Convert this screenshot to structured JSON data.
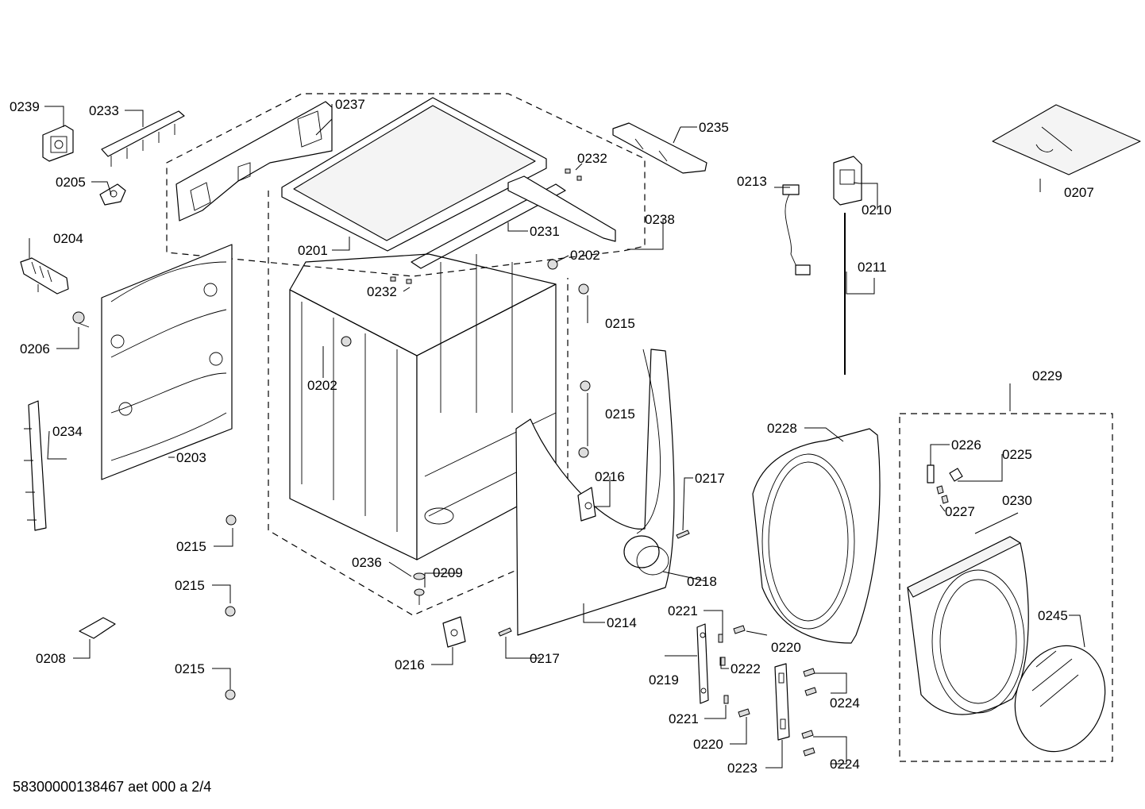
{
  "callouts": [
    {
      "id": "c0239",
      "text": "0239"
    },
    {
      "id": "c0233",
      "text": "0233"
    },
    {
      "id": "c0237",
      "text": "0237"
    },
    {
      "id": "c0235",
      "text": "0235"
    },
    {
      "id": "c0207",
      "text": "0207"
    },
    {
      "id": "c0205",
      "text": "0205"
    },
    {
      "id": "c0232a",
      "text": "0232"
    },
    {
      "id": "c0213",
      "text": "0213"
    },
    {
      "id": "c0210",
      "text": "0210"
    },
    {
      "id": "c0204",
      "text": "0204"
    },
    {
      "id": "c0238",
      "text": "0238"
    },
    {
      "id": "c0231",
      "text": "0231"
    },
    {
      "id": "c0201",
      "text": "0201"
    },
    {
      "id": "c0202a",
      "text": "0202"
    },
    {
      "id": "c0211",
      "text": "0211"
    },
    {
      "id": "c0232b",
      "text": "0232"
    },
    {
      "id": "c0215a",
      "text": "0215"
    },
    {
      "id": "c0206",
      "text": "0206"
    },
    {
      "id": "c0202b",
      "text": "0202"
    },
    {
      "id": "c0229",
      "text": "0229"
    },
    {
      "id": "c0215b",
      "text": "0215"
    },
    {
      "id": "c0234",
      "text": "0234"
    },
    {
      "id": "c0228",
      "text": "0228"
    },
    {
      "id": "c0226",
      "text": "0226"
    },
    {
      "id": "c0203",
      "text": "0203"
    },
    {
      "id": "c0225",
      "text": "0225"
    },
    {
      "id": "c0216a",
      "text": "0216"
    },
    {
      "id": "c0217a",
      "text": "0217"
    },
    {
      "id": "c0227",
      "text": "0227"
    },
    {
      "id": "c0230",
      "text": "0230"
    },
    {
      "id": "c0215c",
      "text": "0215"
    },
    {
      "id": "c0236",
      "text": "0236"
    },
    {
      "id": "c0209",
      "text": "0209"
    },
    {
      "id": "c0218",
      "text": "0218"
    },
    {
      "id": "c0215d",
      "text": "0215"
    },
    {
      "id": "c0221a",
      "text": "0221"
    },
    {
      "id": "c0214",
      "text": "0214"
    },
    {
      "id": "c0245",
      "text": "0245"
    },
    {
      "id": "c0220a",
      "text": "0220"
    },
    {
      "id": "c0208",
      "text": "0208"
    },
    {
      "id": "c0217b",
      "text": "0217"
    },
    {
      "id": "c0216b",
      "text": "0216"
    },
    {
      "id": "c0222",
      "text": "0222"
    },
    {
      "id": "c0215e",
      "text": "0215"
    },
    {
      "id": "c0219",
      "text": "0219"
    },
    {
      "id": "c0224a",
      "text": "0224"
    },
    {
      "id": "c0221b",
      "text": "0221"
    },
    {
      "id": "c0220b",
      "text": "0220"
    },
    {
      "id": "c0223",
      "text": "0223"
    },
    {
      "id": "c0224b",
      "text": "0224"
    }
  ],
  "footer": "58300000138467 aet 000 a 2/4"
}
